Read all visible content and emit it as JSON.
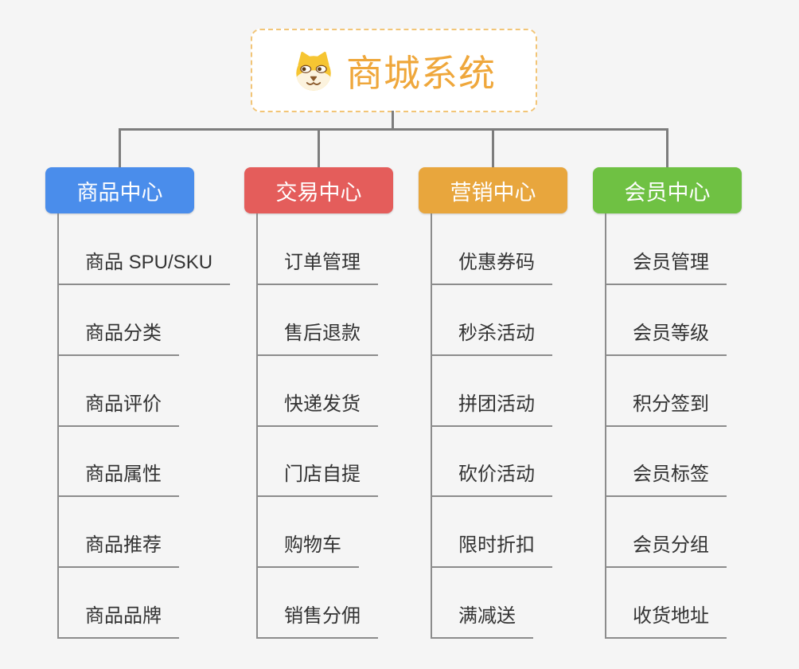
{
  "root": {
    "title": "商城系统",
    "icon": "doge-mascot-icon",
    "title_color": "#EFA73B",
    "border_color": "#F2C577"
  },
  "branches": [
    {
      "label": "商品中心",
      "color": "#4A8DEB",
      "items": [
        "商品 SPU/SKU",
        "商品分类",
        "商品评价",
        "商品属性",
        "商品推荐",
        "商品品牌"
      ]
    },
    {
      "label": "交易中心",
      "color": "#E45D5B",
      "items": [
        "订单管理",
        "售后退款",
        "快递发货",
        "门店自提",
        "购物车",
        "销售分佣"
      ]
    },
    {
      "label": "营销中心",
      "color": "#E8A63D",
      "items": [
        "优惠券码",
        "秒杀活动",
        "拼团活动",
        "砍价活动",
        "限时折扣",
        "满减送"
      ]
    },
    {
      "label": "会员中心",
      "color": "#6FC143",
      "items": [
        "会员管理",
        "会员等级",
        "积分签到",
        "会员标签",
        "会员分组",
        "收货地址"
      ]
    }
  ],
  "colors": {
    "background": "#F5F5F5",
    "connector": "#7D7D7D",
    "item_line": "#8C8C8C",
    "item_text": "#333333"
  }
}
